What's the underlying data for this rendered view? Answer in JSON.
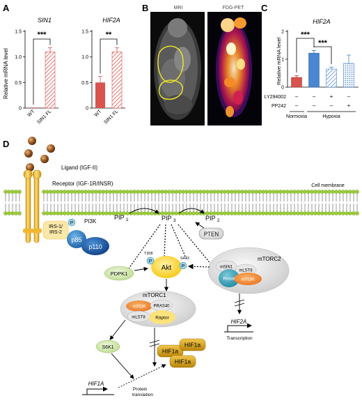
{
  "panels": {
    "a": {
      "letter": "A",
      "ylabel": "Relative mRNA level",
      "charts": [
        {
          "title": "SIN1",
          "ylim": [
            0,
            1.5
          ],
          "yticks": [
            "0",
            "0.5",
            "1.0",
            "1.5"
          ],
          "categories": [
            "WT",
            "SIN1 FL"
          ],
          "values": [
            0.01,
            1.1
          ],
          "errors": [
            0.0,
            0.08
          ],
          "significance": "***"
        },
        {
          "title": "HIF2A",
          "ylim": [
            0,
            1.5
          ],
          "yticks": [
            "0",
            "0.5",
            "1.0",
            "1.5"
          ],
          "categories": [
            "WT",
            "SIN1 FL"
          ],
          "values": [
            0.5,
            1.1
          ],
          "errors": [
            0.12,
            0.08
          ],
          "significance": "**"
        }
      ]
    },
    "b": {
      "letter": "B",
      "images": [
        {
          "title": "MRI"
        },
        {
          "title": "FDG-PET"
        }
      ]
    },
    "c": {
      "letter": "C",
      "title": "HIF2A",
      "ylabel": "Relative mRNA level",
      "ylim": [
        0,
        2
      ],
      "yticks": [
        "0",
        "1",
        "2"
      ],
      "values": [
        0.35,
        1.22,
        0.65,
        0.85
      ],
      "errors": [
        0.06,
        0.09,
        0.07,
        0.3
      ],
      "significance": [
        "***",
        "***"
      ],
      "rows": [
        {
          "label": "LY294002",
          "marks": [
            "–",
            "–",
            "+",
            "–"
          ]
        },
        {
          "label": "PP242",
          "marks": [
            "–",
            "–",
            "–",
            "+"
          ]
        }
      ],
      "groups": [
        "Normoxia",
        "Hypoxia"
      ]
    },
    "d": {
      "letter": "D",
      "ligand": "Ligand (IGF-II)",
      "receptor": "Receptor (IGF-1R/INSR)",
      "membrane": "Cell membrane",
      "irs": "IRS-1/\nIRS-2",
      "p_mark": "P",
      "pi3k": "PI3K",
      "p85": "p85",
      "p110": "p110",
      "pip2_left": "PIP2",
      "pip3": "PIP3",
      "pip2_right": "PIP2",
      "pten": "PTEN",
      "pdpk1": "PDPK1",
      "akt": "Akt",
      "t308": "T308",
      "s473": "S473",
      "mtorc2": "mTORC2",
      "msin1": "mSIN1",
      "mlst8_c2": "mLST8",
      "rictor": "Rictor",
      "mtor_c2": "mTOR",
      "mtorc1": "mTORC1",
      "mtor_c1": "mTOR",
      "pras40": "PRAS40",
      "mlst8_c1": "mLST8",
      "raptor": "Raptor",
      "s6k1": "S6K1",
      "hif1a": "HIF1a",
      "hif2a_gene": "HIF2A",
      "transcription": "Transcription",
      "hif1a_gene": "HIF1A",
      "protein_translation": "Protein\ntranslation"
    }
  }
}
